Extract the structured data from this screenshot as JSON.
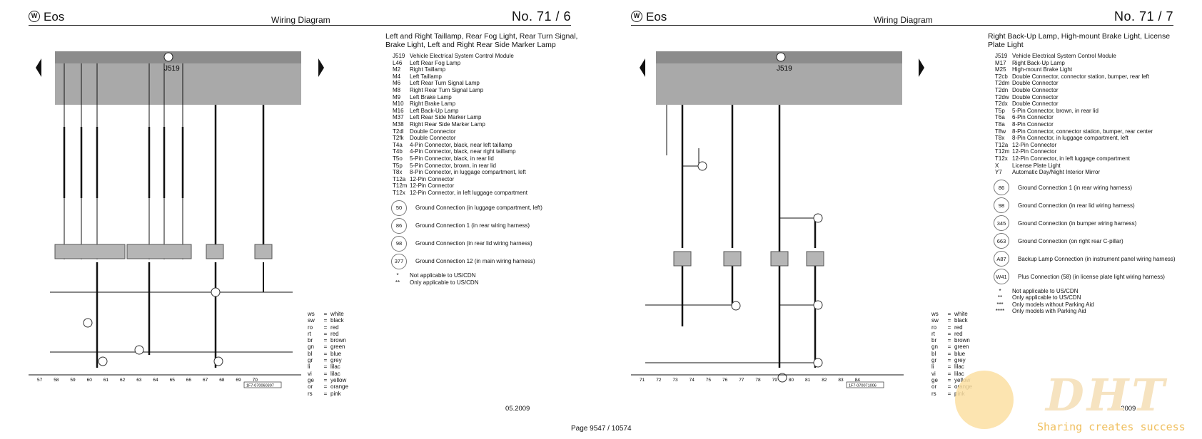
{
  "left": {
    "model": "Eos",
    "doc_type": "Wiring Diagram",
    "doc_number": "No.  71 /  6",
    "title": "Left and Right Taillamp, Rear Fog Light, Rear Turn Signal, Brake Light, Left and Right Rear Side Marker Lamp",
    "components": [
      {
        "code": "J519",
        "desc": "Vehicle Electrical System Control Module"
      },
      {
        "code": "L46",
        "desc": "Left Rear Fog Lamp"
      },
      {
        "code": "M2",
        "desc": "Right Taillamp"
      },
      {
        "code": "M4",
        "desc": "Left Taillamp"
      },
      {
        "code": "M6",
        "desc": "Left Rear Turn Signal Lamp"
      },
      {
        "code": "M8",
        "desc": "Right Rear Turn Signal Lamp"
      },
      {
        "code": "M9",
        "desc": "Left Brake Lamp"
      },
      {
        "code": "M10",
        "desc": "Right Brake Lamp"
      },
      {
        "code": "M16",
        "desc": "Left Back-Up Lamp"
      },
      {
        "code": "M37",
        "desc": "Left Rear Side Marker Lamp"
      },
      {
        "code": "M38",
        "desc": "Right Rear Side Marker Lamp"
      },
      {
        "code": "T2dl",
        "desc": "Double Connector"
      },
      {
        "code": "T2fk",
        "desc": "Double Connector"
      },
      {
        "code": "T4a",
        "desc": "4-Pin Connector, black, near left taillamp"
      },
      {
        "code": "T4b",
        "desc": "4-Pin Connector, black, near right taillamp"
      },
      {
        "code": "T5o",
        "desc": "5-Pin Connector, black, in rear lid"
      },
      {
        "code": "T5p",
        "desc": "5-Pin Connector, brown, in rear lid"
      },
      {
        "code": "T8x",
        "desc": "8-Pin Connector, in luggage compartment, left"
      },
      {
        "code": "T12a",
        "desc": "12-Pin Connector"
      },
      {
        "code": "T12m",
        "desc": "12-Pin Connector"
      },
      {
        "code": "T12x",
        "desc": "12-Pin Connector, in left luggage compartment"
      }
    ],
    "grounds": [
      {
        "num": "50",
        "desc": "Ground Connection (in luggage compartment, left)"
      },
      {
        "num": "86",
        "desc": "Ground Connection 1 (in rear wiring harness)"
      },
      {
        "num": "98",
        "desc": "Ground Connection (in rear lid wiring harness)"
      },
      {
        "num": "377",
        "desc": "Ground Connection 12 (in main wiring harness)"
      }
    ],
    "notes": [
      {
        "sym": "*",
        "text": "Not applicable to US/CDN"
      },
      {
        "sym": "**",
        "text": "Only applicable to US/CDN"
      }
    ],
    "module_label": "J519",
    "bottom_ruler": [
      "57",
      "58",
      "59",
      "60",
      "61",
      "62",
      "63",
      "64",
      "65",
      "66",
      "67",
      "68",
      "69",
      "70"
    ],
    "diagram_code": "1F7-070060307",
    "date": "05.2009"
  },
  "right": {
    "model": "Eos",
    "doc_type": "Wiring Diagram",
    "doc_number": "No.  71 /  7",
    "title": "Right Back-Up Lamp, High-mount Brake Light, License Plate Light",
    "components": [
      {
        "code": "J519",
        "desc": "Vehicle Electrical System Control Module"
      },
      {
        "code": "M17",
        "desc": "Right Back-Up Lamp"
      },
      {
        "code": "M25",
        "desc": "High-mount Brake Light"
      },
      {
        "code": "T2cb",
        "desc": "Double Connector, connector station, bumper, rear left"
      },
      {
        "code": "T2dm",
        "desc": "Double Connector"
      },
      {
        "code": "T2dn",
        "desc": "Double Connector"
      },
      {
        "code": "T2dw",
        "desc": "Double Connector"
      },
      {
        "code": "T2dx",
        "desc": "Double Connector"
      },
      {
        "code": "T5p",
        "desc": "5-Pin Connector, brown, in rear lid"
      },
      {
        "code": "T6a",
        "desc": "6-Pin Connector"
      },
      {
        "code": "T8a",
        "desc": "8-Pin Connector"
      },
      {
        "code": "T8w",
        "desc": "8-Pin Connector, connector station, bumper, rear center"
      },
      {
        "code": "T8x",
        "desc": "8-Pin Connector, in luggage compartment, left"
      },
      {
        "code": "T12a",
        "desc": "12-Pin Connector"
      },
      {
        "code": "T12m",
        "desc": "12-Pin Connector"
      },
      {
        "code": "T12x",
        "desc": "12-Pin Connector, in left luggage compartment"
      },
      {
        "code": "X",
        "desc": "License Plate Light"
      },
      {
        "code": "Y7",
        "desc": "Automatic Day/Night Interior Mirror"
      }
    ],
    "grounds": [
      {
        "num": "86",
        "desc": "Ground Connection 1 (in rear wiring harness)"
      },
      {
        "num": "98",
        "desc": "Ground Connection (in rear lid wiring harness)"
      },
      {
        "num": "345",
        "desc": "Ground Connection (in bumper wiring harness)"
      },
      {
        "num": "663",
        "desc": "Ground Connection (on right rear C-pillar)"
      },
      {
        "num": "A87",
        "desc": "Backup Lamp Connection (in instrument panel wiring harness)"
      },
      {
        "num": "W41",
        "desc": "Plus Connection (58) (in license plate light wiring harness)"
      }
    ],
    "notes": [
      {
        "sym": "*",
        "text": "Not applicable to US/CDN"
      },
      {
        "sym": "**",
        "text": "Only applicable to US/CDN"
      },
      {
        "sym": "***",
        "text": "Only models without Parking Aid"
      },
      {
        "sym": "****",
        "text": "Only models with Parking Aid"
      }
    ],
    "module_label": "J519",
    "bottom_ruler": [
      "71",
      "72",
      "73",
      "74",
      "75",
      "76",
      "77",
      "78",
      "79",
      "80",
      "81",
      "82",
      "83",
      "84"
    ],
    "diagram_code": "1F7-070071006",
    "date": "05.2009"
  },
  "wire_colors": [
    {
      "abbr": "ws",
      "name": "white"
    },
    {
      "abbr": "sw",
      "name": "black"
    },
    {
      "abbr": "ro",
      "name": "red"
    },
    {
      "abbr": "rt",
      "name": "red"
    },
    {
      "abbr": "br",
      "name": "brown"
    },
    {
      "abbr": "gn",
      "name": "green"
    },
    {
      "abbr": "bl",
      "name": "blue"
    },
    {
      "abbr": "gr",
      "name": "grey"
    },
    {
      "abbr": "li",
      "name": "lilac"
    },
    {
      "abbr": "vi",
      "name": "lilac"
    },
    {
      "abbr": "ge",
      "name": "yellow"
    },
    {
      "abbr": "or",
      "name": "orange"
    },
    {
      "abbr": "rs",
      "name": "pink"
    }
  ],
  "page_indicator": "Page 9547 / 10574",
  "watermark_tagline": "Sharing creates success",
  "watermark_brand": "DHT"
}
